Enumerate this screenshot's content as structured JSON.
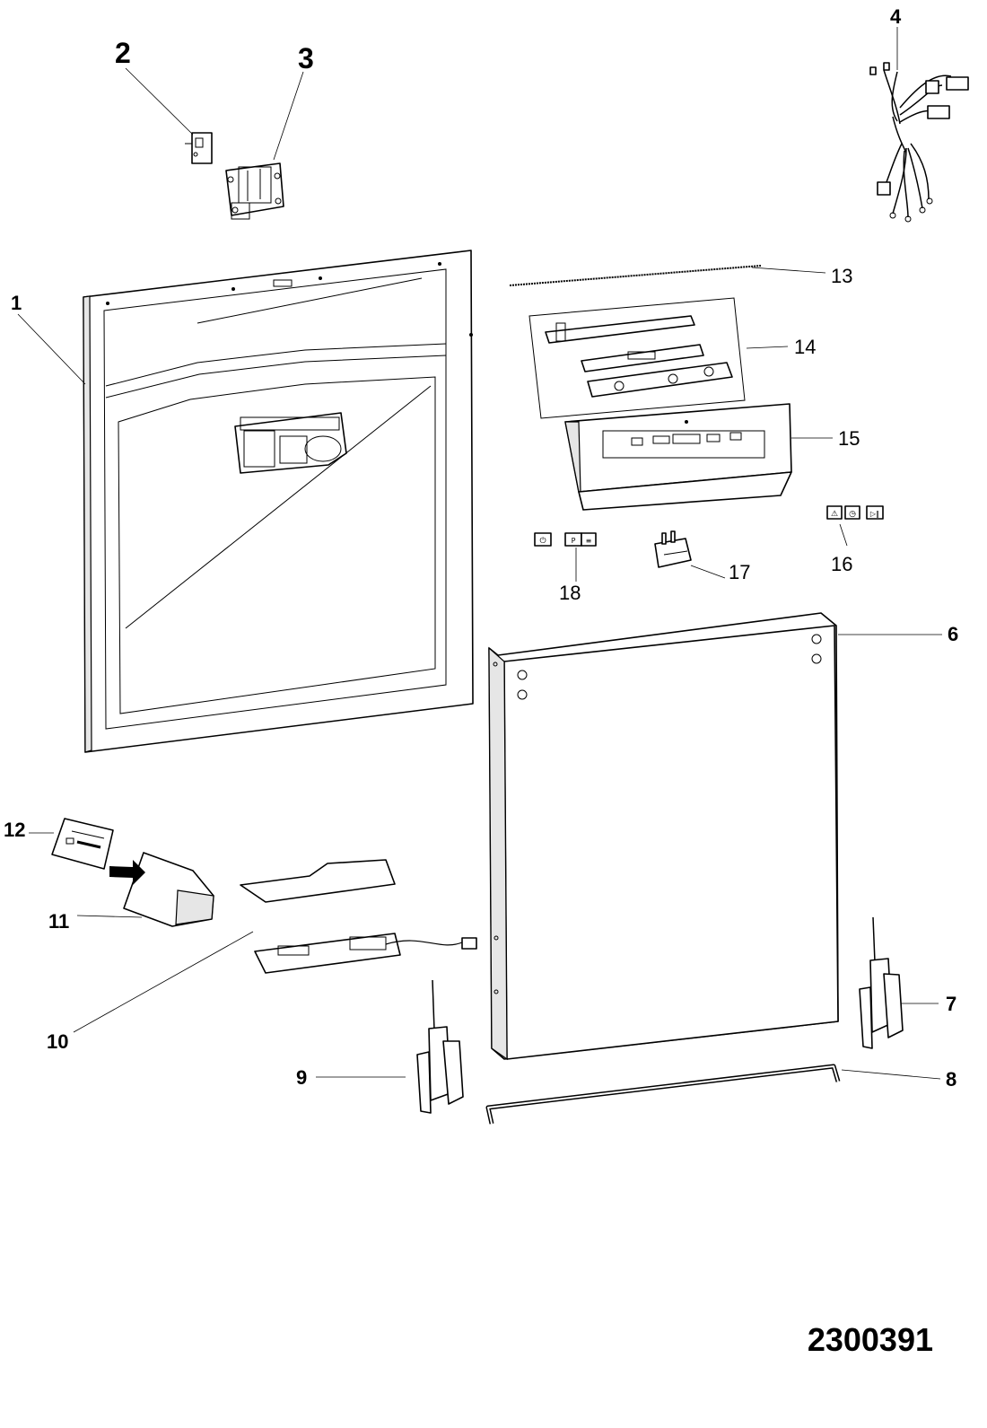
{
  "drawing_number": "2300391",
  "callouts": [
    {
      "id": "1",
      "label": "1"
    },
    {
      "id": "2",
      "label": "2"
    },
    {
      "id": "3",
      "label": "3"
    },
    {
      "id": "4",
      "label": "4"
    },
    {
      "id": "6",
      "label": "6"
    },
    {
      "id": "7",
      "label": "7"
    },
    {
      "id": "8",
      "label": "8"
    },
    {
      "id": "9",
      "label": "9"
    },
    {
      "id": "10",
      "label": "10"
    },
    {
      "id": "11",
      "label": "11"
    },
    {
      "id": "12",
      "label": "12"
    },
    {
      "id": "13",
      "label": "13"
    },
    {
      "id": "14",
      "label": "14"
    },
    {
      "id": "15",
      "label": "15"
    },
    {
      "id": "16",
      "label": "16"
    },
    {
      "id": "17",
      "label": "17"
    },
    {
      "id": "18",
      "label": "18"
    }
  ],
  "button_glyphs": {
    "button_18_left": "⏻",
    "button_18_mid": "P",
    "button_18_right": "≡",
    "button_16_left": "⚠",
    "button_16_mid": "◷",
    "button_16_right": "▷‖"
  }
}
